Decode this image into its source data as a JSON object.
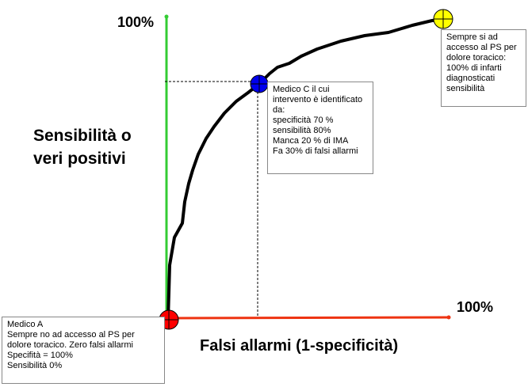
{
  "labels": {
    "y_top": "100%",
    "x_right": "100%",
    "y_axis": "Sensibilità o veri positivi",
    "x_axis": "Falsi allarmi (1-specificità)"
  },
  "notes": {
    "medico_a": "Medico A\nSempre no ad accesso al PS per dolore toracico. Zero falsi allarmi\nSpecifità = 100%\nSensibilità 0%",
    "medico_c": "Medico C il cui intervento è identificato da:\nspecificità 70 %\nsensibilità 80%\nManca 20 % di IMA\nFa 30% di falsi allarmi",
    "sempre_si": "Sempre si ad accesso al PS per dolore toracico:\n100% di infarti diagnosticati sensibilità"
  },
  "colors": {
    "y_axis": "#33cc33",
    "x_axis": "#ee3311",
    "point_a": "#ff0000",
    "point_c": "#0000ee",
    "point_end": "#ffff00"
  }
}
